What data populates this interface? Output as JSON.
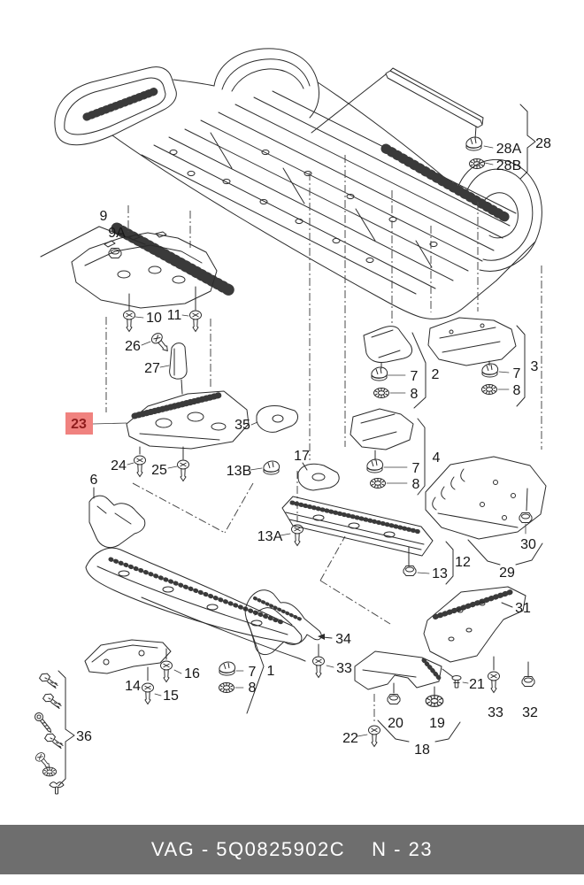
{
  "footer": {
    "catalog_code": "VAG - 5Q0825902C",
    "page_code": "N - 23"
  },
  "highlight": {
    "label": "23",
    "background": "#f0827f",
    "text_color": "#8f1d1d"
  },
  "colors": {
    "line": "#2b2b2b",
    "footer_bg": "#6e6e6e",
    "footer_text": "#ffffff",
    "page_bg": "#ffffff"
  },
  "labels": {
    "n1": "1",
    "n2": "2",
    "n3": "3",
    "n4": "4",
    "n6": "6",
    "n7": "7",
    "n8": "8",
    "n9": "9",
    "n9a": "9A",
    "n10": "10",
    "n11": "11",
    "n12": "12",
    "n13": "13",
    "n13a": "13A",
    "n13b": "13B",
    "n14": "14",
    "n15": "15",
    "n16": "16",
    "n17": "17",
    "n18": "18",
    "n19": "19",
    "n20": "20",
    "n21": "21",
    "n22": "22",
    "n23": "23",
    "n24": "24",
    "n25": "25",
    "n26": "26",
    "n27": "27",
    "n28": "28",
    "n28a": "28A",
    "n28b": "28B",
    "n29": "29",
    "n30": "30",
    "n31": "31",
    "n32": "32",
    "n33": "33",
    "n34": "34",
    "n35": "35",
    "n36": "36"
  },
  "icons": {
    "screw": "screw-icon",
    "clip": "expanding-clip-icon",
    "washer": "serrated-washer-icon",
    "nut": "cap-nut-icon",
    "pushpin": "push-pin-icon",
    "bolt": "hex-bolt-icon",
    "wing": "wing-bolt-icon",
    "longscrew": "long-screw-icon"
  }
}
